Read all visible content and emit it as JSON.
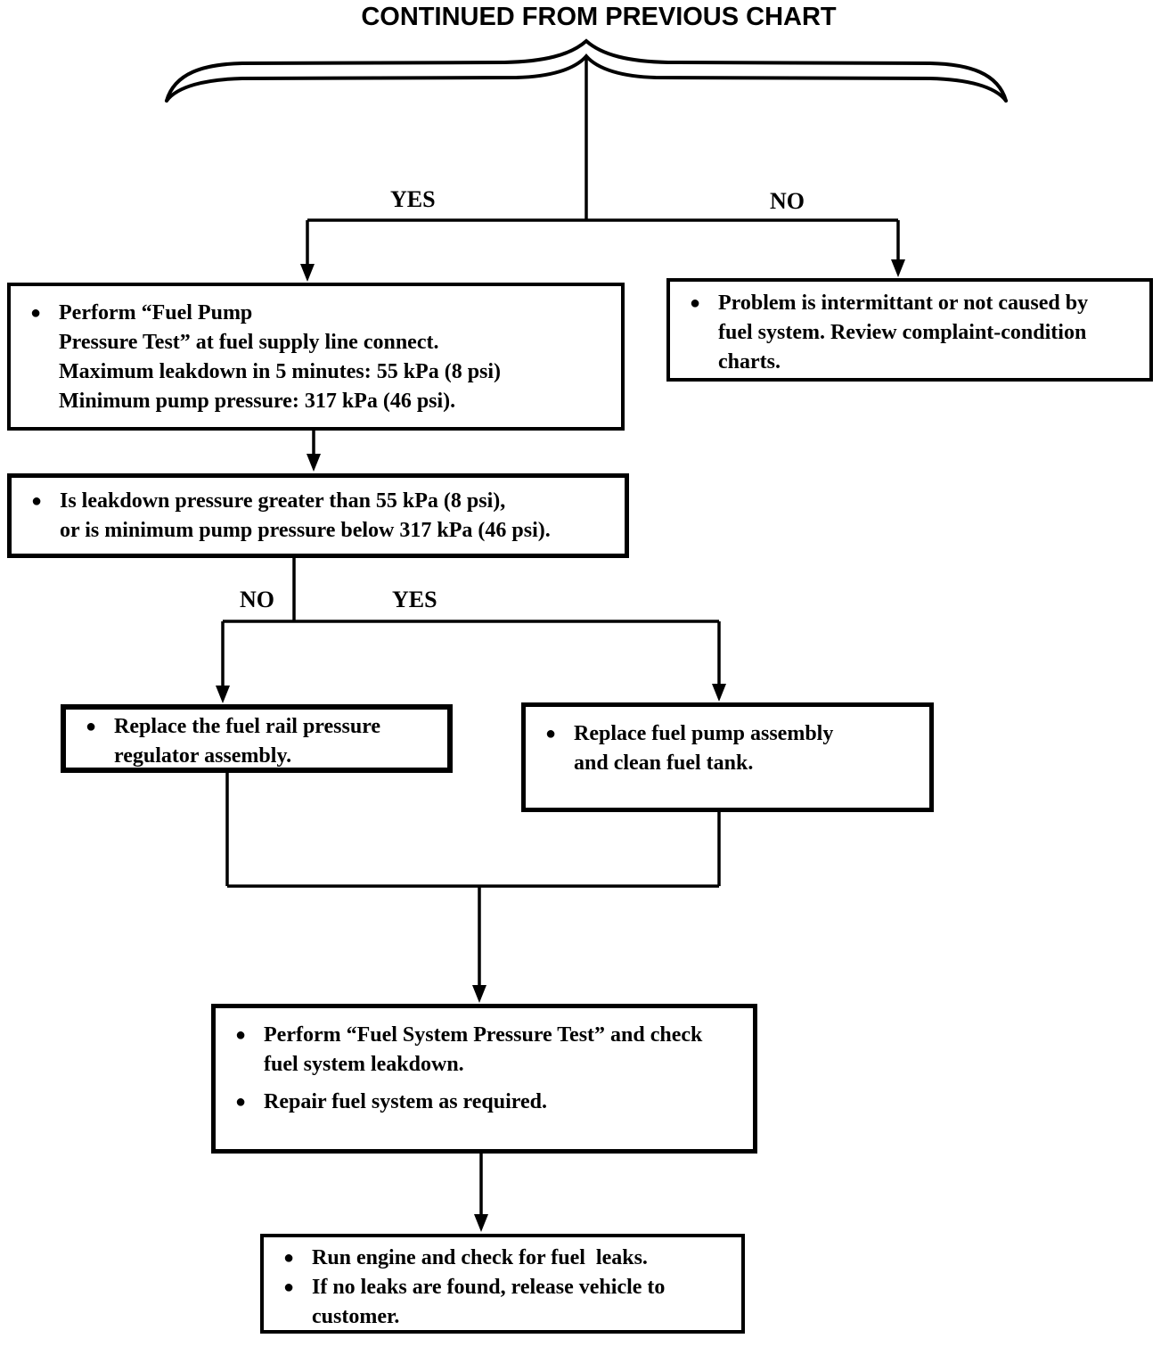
{
  "page": {
    "title": "CONTINUED FROM PREVIOUS CHART"
  },
  "colors": {
    "ink": "#000000",
    "paper": "#ffffff"
  },
  "bullet_char": "●",
  "labels": {
    "branch_top": {
      "yes": "YES",
      "no": "NO"
    },
    "branch_mid": {
      "no": "NO",
      "yes": "YES"
    }
  },
  "boxes": {
    "perform_fuel_pump_test": {
      "bullets": [
        {
          "lines": [
            "Perform “Fuel Pump",
            "Pressure Test” at fuel supply line connect.",
            "Maximum leakdown in 5 minutes: 55 kPa (8 psi)",
            "Minimum pump pressure: 317 kPa (46 psi)."
          ]
        }
      ]
    },
    "problem_intermittant": {
      "bullets": [
        {
          "lines": [
            "Problem is intermittant or not caused by",
            "fuel system. Review complaint-condition",
            "charts."
          ]
        }
      ]
    },
    "leakdown_question": {
      "bullets": [
        {
          "lines": [
            "Is leakdown pressure greater than 55 kPa (8 psi),",
            "or is minimum pump pressure below 317 kPa (46 psi)."
          ]
        }
      ]
    },
    "replace_regulator": {
      "bullets": [
        {
          "lines": [
            "Replace the fuel rail pressure",
            "regulator assembly."
          ]
        }
      ]
    },
    "replace_fuel_pump": {
      "bullets": [
        {
          "lines": [
            "Replace fuel pump assembly",
            "and clean fuel tank."
          ]
        }
      ]
    },
    "fuel_system_pressure_test": {
      "bullets": [
        {
          "lines": [
            "Perform “Fuel System Pressure Test” and check",
            "fuel system leakdown."
          ]
        },
        {
          "lines": [
            "Repair fuel system as required."
          ]
        }
      ]
    },
    "run_engine_check": {
      "bullets": [
        {
          "lines": [
            "Run engine and check for fuel  leaks."
          ]
        },
        {
          "lines": [
            "If no leaks are found, release vehicle to",
            "customer."
          ]
        }
      ]
    }
  }
}
